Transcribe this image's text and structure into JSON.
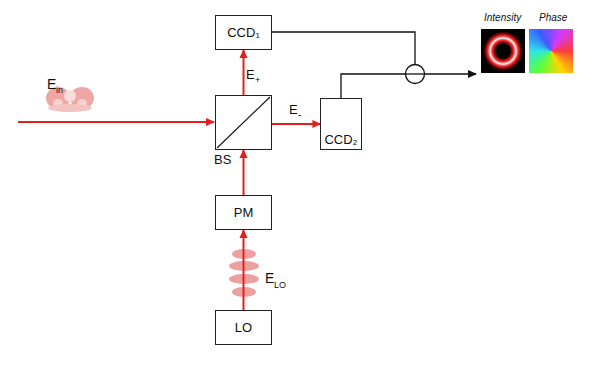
{
  "diagram": {
    "nodes": [
      {
        "text": [
          "CCD₁"
        ]
      },
      {
        "text": [
          "BS"
        ]
      },
      {
        "text": [
          "CCD₂"
        ]
      },
      {
        "text": [
          "PM"
        ]
      },
      {
        "text": [
          "LO"
        ]
      }
    ],
    "edges": [
      {
        "from": 1,
        "to": 0,
        "arrow": "to"
      },
      {
        "from": 1,
        "to": 2,
        "arrow": "to"
      },
      {
        "from": 3,
        "to": 1,
        "arrow": "to"
      },
      {
        "from": 4,
        "to": 3,
        "arrow": "to"
      }
    ],
    "labels": [
      "E",
      "in",
      "E",
      "+",
      "E",
      "-",
      "E",
      "LO",
      "Intensity",
      "Phase"
    ]
  }
}
